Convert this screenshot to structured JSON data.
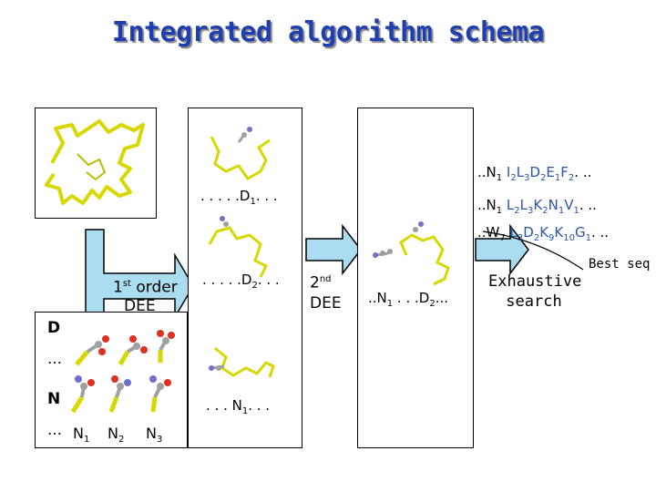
{
  "title": "Integrated algorithm schema",
  "left_panel": {
    "d_label": "D",
    "dots1": "…",
    "n_label": "N",
    "dots2": "…",
    "rotamers": [
      {
        "base": "N",
        "sub": "1"
      },
      {
        "base": "N",
        "sub": "2"
      },
      {
        "base": "N",
        "sub": "3"
      }
    ]
  },
  "first_order": {
    "num": "1",
    "sup": "st",
    "text": "order",
    "text2": "DEE"
  },
  "second_order": {
    "num": "2",
    "sup": "nd",
    "text2": "DEE"
  },
  "middle_panel": {
    "item1": ". . . . .D",
    "item1_sub": "1",
    "item1_tail": ". . .",
    "item2": ". . . . .D",
    "item2_sub": "2",
    "item2_tail": ". . .",
    "item3": ". . . N",
    "item3_sub": "1",
    "item3_tail": ". . ."
  },
  "third_panel": {
    "label": "..N",
    "label_sub": "1",
    "label_mid": " . . .D",
    "label_sub2": "2",
    "label_tail": "..."
  },
  "sequences": [
    {
      "prefix": "..N",
      "prefix_sub": "1",
      "parts": [
        [
          "I",
          "2"
        ],
        [
          "L",
          "3"
        ],
        [
          "D",
          "2"
        ],
        [
          "E",
          "1"
        ],
        [
          "F",
          "2"
        ]
      ],
      "tail": ". .."
    },
    {
      "prefix": "..N",
      "prefix_sub": "1",
      "parts": [
        [
          "L",
          "2"
        ],
        [
          "L",
          "3"
        ],
        [
          "K",
          "2"
        ],
        [
          "N",
          "1"
        ],
        [
          "V",
          "1"
        ]
      ],
      "tail": ". .."
    },
    {
      "prefix": "..W",
      "prefix_sub": "7",
      "parts": [
        [
          "L",
          "3"
        ],
        [
          "D",
          "2"
        ],
        [
          "K",
          "9"
        ],
        [
          "K",
          "10"
        ],
        [
          "G",
          "1"
        ]
      ],
      "tail": ". .."
    }
  ],
  "exhaustive": {
    "line1": "Exhaustive",
    "line2": "search"
  },
  "best_seq": "Best seq",
  "colors": {
    "title": "#1f3fb0",
    "arrow": "#a9ddef",
    "backbone": "#d8d800",
    "sidechain_grey": "#a0a0a0",
    "oxygen": "#e03020",
    "nitrogen": "#7070c8",
    "sequence": "#2c55a8"
  }
}
